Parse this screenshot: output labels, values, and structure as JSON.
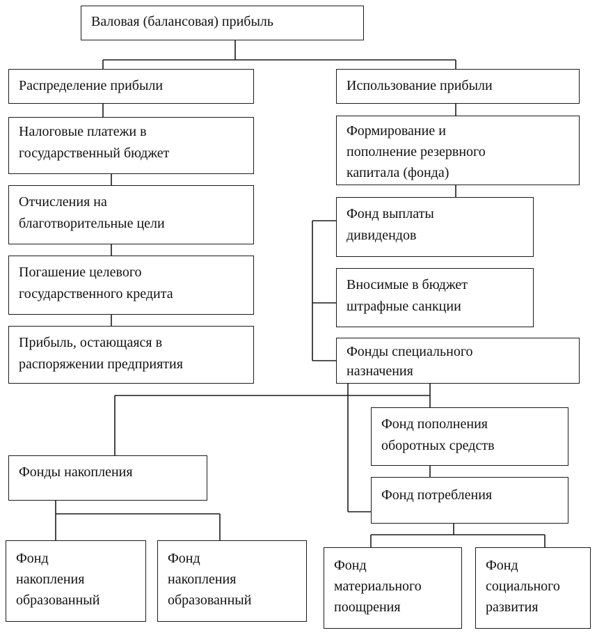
{
  "diagram": {
    "title": "Валовая (балансовая) прибыль",
    "distribution": {
      "header": "Распределение прибыли",
      "items": [
        [
          "Налоговые платежи в",
          "государственный бюджет"
        ],
        [
          "Отчисления на",
          "благотворительные цели"
        ],
        [
          "Погашение целевого",
          "государственного кредита"
        ],
        [
          "Прибыль, остающаяся в",
          "распоряжении предприятия"
        ]
      ]
    },
    "usage": {
      "header": "Использование прибыли",
      "items": [
        [
          "Формирование и",
          "пополнение резервного",
          "капитала (фонда)"
        ],
        [
          "Фонд выплаты",
          "дивидендов"
        ],
        [
          "Вносимые в бюджет",
          "штрафные санкции"
        ],
        [
          "Фонды специального",
          "назначения"
        ]
      ]
    },
    "accumulation": {
      "header": "Фонды накопления",
      "items": [
        [
          "Фонд",
          "накопления",
          "образованный"
        ],
        [
          "Фонд",
          "накопления",
          "образованный"
        ]
      ]
    },
    "special": {
      "working_capital": [
        "Фонд пополнения",
        "оборотных средств"
      ],
      "consumption": "Фонд потребления",
      "consumption_items": [
        [
          "Фонд",
          "материального",
          "поощрения"
        ],
        [
          "Фонд",
          "социального",
          "развития"
        ]
      ]
    }
  }
}
